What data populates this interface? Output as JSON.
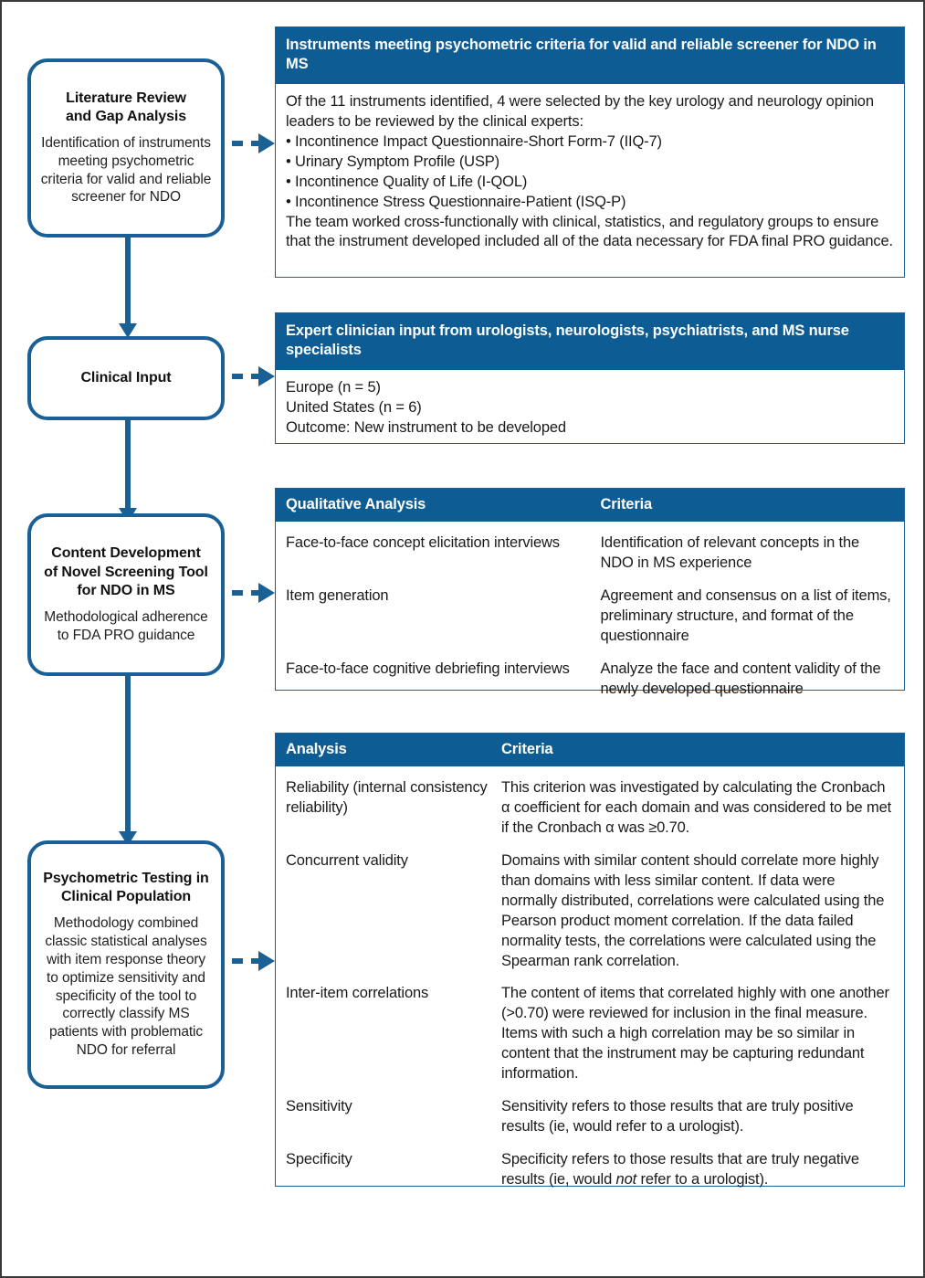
{
  "diagram": {
    "title": "NDO in MS screening tool development flowchart",
    "accent_blue": "#0e5c94",
    "box_border_blue": "#1a6095"
  },
  "flow": {
    "steps": [
      {
        "title": "Literature Review\nand Gap Analysis",
        "subtitle": "Identification of instruments meeting psychometric criteria for valid and reliable screener for NDO"
      },
      {
        "title": "Clinical Input",
        "subtitle": ""
      },
      {
        "title": "Content Development\nof Novel Screening Tool\nfor NDO in MS",
        "subtitle": "Methodological adherence to FDA PRO guidance"
      },
      {
        "title": "Psychometric Testing in\nClinical Population",
        "subtitle": "Methodology combined classic statistical analyses with item response theory to optimize sensitivity and specificity of the tool to correctly classify MS patients with problematic NDO for referral"
      }
    ]
  },
  "panels": [
    {
      "header": "Instruments meeting psychometric criteria for valid and reliable screener for NDO in MS",
      "intro": "Of the 11 instruments identified, 4 were selected by the key urology and neurology opinion leaders to be reviewed by the clinical experts:",
      "bullets": [
        "• Incontinence Impact Questionnaire-Short Form-7 (IIQ-7)",
        "• Urinary Symptom Profile (USP)",
        "• Incontinence Quality of Life (I-QOL)",
        "• Incontinence Stress Questionnaire-Patient (ISQ-P)"
      ],
      "outro": "The team worked cross-functionally with clinical, statistics, and regulatory groups to ensure that the instrument developed included all of the data necessary for FDA final PRO guidance."
    },
    {
      "header": "Expert clinician input from urologists, neurologists, psychiatrists, and MS nurse specialists",
      "lines": [
        "Europe (n = 5)",
        "United States (n = 6)",
        "Outcome: New instrument to be developed"
      ]
    }
  ],
  "tables": [
    {
      "columns": [
        "Qualitative Analysis",
        "Criteria"
      ],
      "rows": [
        {
          "analysis": "Face-to-face concept elicitation interviews",
          "criteria": "Identification of relevant concepts in the NDO in MS experience"
        },
        {
          "analysis": "Item generation",
          "criteria": "Agreement and consensus on a list of items, preliminary structure, and format of the questionnaire"
        },
        {
          "analysis": "Face-to-face cognitive debriefing interviews",
          "criteria": "Analyze the face and content validity of the newly developed questionnaire"
        }
      ]
    },
    {
      "columns": [
        "Analysis",
        "Criteria"
      ],
      "rows": [
        {
          "analysis": "Reliability (internal consistency reliability)",
          "criteria": "This criterion was investigated by calculating the Cronbach α coefficient for each domain and was considered to be met if the Cronbach α was ≥0.70."
        },
        {
          "analysis": "Concurrent validity",
          "criteria": "Domains with similar content should correlate more highly than domains with less similar content. If data were normally distributed, correlations were calculated using the Pearson product moment correlation. If the data failed normality tests, the correlations were calculated using the Spearman rank correlation."
        },
        {
          "analysis": "Inter-item correlations",
          "criteria": "The content of items that correlated highly with one another (>0.70) were reviewed for inclusion in the final measure.  Items with such a high correlation may be so similar in content that the instrument may be capturing redundant information."
        },
        {
          "analysis": "Sensitivity",
          "criteria": "Sensitivity refers to those results that are truly positive results (ie, would refer to a urologist)."
        },
        {
          "analysis": "Specificity",
          "criteria_pre": "Specificity refers to those results that are truly negative results (ie, would ",
          "criteria_italic": "not",
          "criteria_post": " refer to a urologist)."
        }
      ]
    }
  ]
}
